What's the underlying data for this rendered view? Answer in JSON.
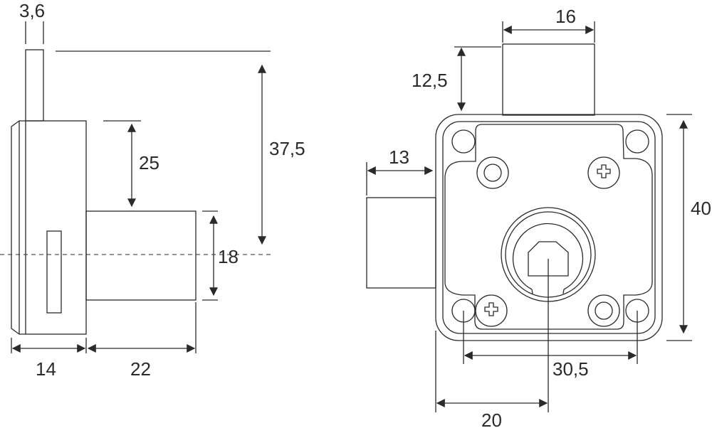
{
  "dimensions": {
    "bolt_thickness": "3,6",
    "bolt_top_to_axis": "37,5",
    "body_top_to_cylinder": "25",
    "cylinder_diameter": "18",
    "body_depth": "14",
    "cylinder_length": "22",
    "top_bolt_width": "16",
    "top_bolt_projection": "12,5",
    "side_bolt_projection": "13",
    "body_height": "40",
    "hole_spacing": "30,5",
    "edge_to_axis": "20"
  },
  "colors": {
    "line": "#2a2a2a",
    "background": "#ffffff"
  }
}
